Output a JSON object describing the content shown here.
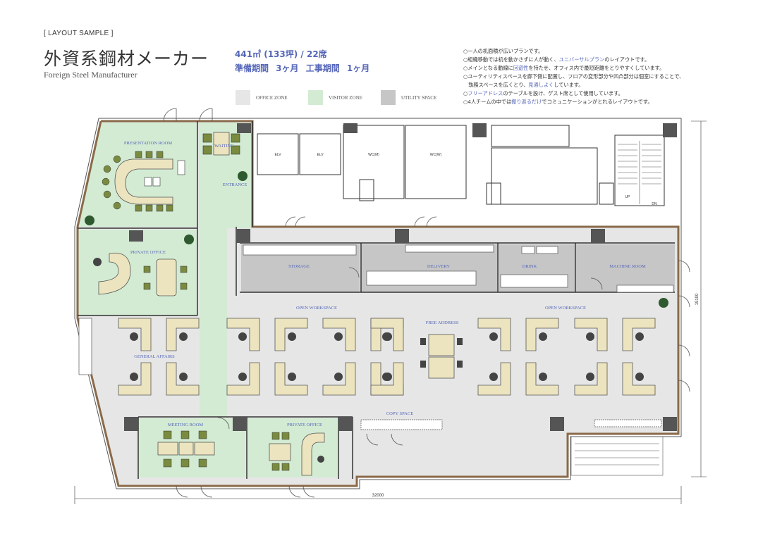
{
  "header": {
    "tag": "[ LAYOUT SAMPLE ]",
    "title": "外資系鋼材メーカー",
    "subtitle": "Foreign Steel Manufacturer",
    "stats_line1": "441㎡ (133坪) / 22席",
    "stats_line2": "準備期間 3ヶ月 工事期間 1ヶ月"
  },
  "legend": [
    {
      "label": "OFFICE ZONE",
      "color": "#e6e6e6"
    },
    {
      "label": "VISITOR ZONE",
      "color": "#d3ebd3"
    },
    {
      "label": "UTILITY SPACE",
      "color": "#c6c6c6"
    }
  ],
  "notes": [
    [
      {
        "t": "○一人の机面積が広いプランです。"
      }
    ],
    [
      {
        "t": "○組織移動では机を動かさずに人が動く、"
      },
      {
        "t": "ユニバーサルプラン",
        "hl": true
      },
      {
        "t": "のレイアウトです。"
      }
    ],
    [
      {
        "t": "○メインとなる動線に"
      },
      {
        "t": "回遊性",
        "hl": true
      },
      {
        "t": "を持たせ、オフィス内で最短距離をとりやすくしています。"
      }
    ],
    [
      {
        "t": "○ユーティリティスペースを廊下側に配置し、フロアの変形部分や凹凸部分は個室にすることで、"
      }
    ],
    [
      {
        "t": "　執務スペースを広くとり、"
      },
      {
        "t": "見通しよく",
        "hl": true
      },
      {
        "t": "しています。"
      }
    ],
    [
      {
        "t": "○"
      },
      {
        "t": "フリーアドレス",
        "hl": true
      },
      {
        "t": "のテーブルを設け、ゲスト席として使用しています。"
      }
    ],
    [
      {
        "t": "○4人チームの中では"
      },
      {
        "t": "振り返るだけ",
        "hl": true
      },
      {
        "t": "でコミュニケーションがとれるレイアウトです。"
      }
    ]
  ],
  "rooms": {
    "presentation": "PRESENTATION ROOM",
    "waiting": "WAITING",
    "entrance": "ENTRANCE",
    "private_office_1": "PRIVATE OFFICE",
    "storage": "STORAGE",
    "delivery": "DELIVERY",
    "drink": "DRINK",
    "machine": "MACHINE ROOM",
    "open_ws_1": "OPEN WORKSPACE",
    "open_ws_2": "OPEN WORKSPACE",
    "free_address": "FREE ADDRESS",
    "general_affairs": "GENERAL AFFAIRS",
    "copy_space": "COPY SPACE",
    "meeting": "MEETING ROOM",
    "private_office_2": "PRIVATE OFFICE",
    "elv1": "ELV",
    "elv2": "ELV",
    "wcm": "WC(M)",
    "wcw": "WC(W)",
    "up": "UP",
    "dn": "DN"
  },
  "dimensions": {
    "width": "32000",
    "height": "19100"
  }
}
